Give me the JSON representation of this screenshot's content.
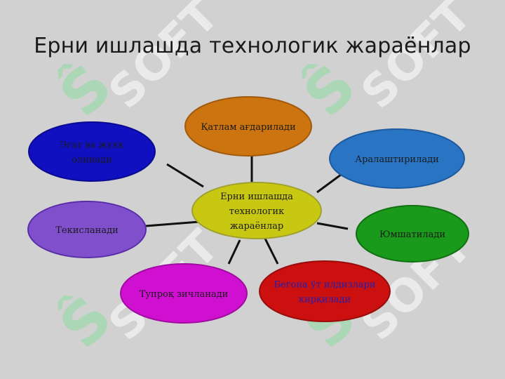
{
  "slide": {
    "title": "Ерни ишлашда технологик жараёнлар"
  },
  "watermark": {
    "word": "SOFT",
    "glyph": "Ŝ"
  },
  "diagram": {
    "center": {
      "lines": [
        "Ерни ишлашда",
        "технологик",
        "жараёнлар"
      ],
      "fill": "#c8c812",
      "stroke": "#a0a030",
      "text_color": "#1a1a1a"
    },
    "nodes": [
      {
        "id": "qatlam",
        "lines": [
          "Қатлам ағдарилади"
        ],
        "fill": "#cc7410",
        "stroke": "#a05a0e",
        "text_color": "#1a1a1a"
      },
      {
        "id": "aralash",
        "lines": [
          "Аралаштирилади"
        ],
        "fill": "#2a74c4",
        "stroke": "#1d5aa0",
        "text_color": "#1a1a1a"
      },
      {
        "id": "yumsh",
        "lines": [
          "Юмшатилади"
        ],
        "fill": "#1a9a1a",
        "stroke": "#117011",
        "text_color": "#1a1a1a"
      },
      {
        "id": "begona",
        "lines": [
          "Бегона ўт илдизлари",
          "кирқилади"
        ],
        "fill": "#cc1010",
        "stroke": "#990c0c",
        "text_color": "#2020b0"
      },
      {
        "id": "tuproq",
        "lines": [
          "Тупроқ зичланади"
        ],
        "fill": "#d010d0",
        "stroke": "#a00ca0",
        "text_color": "#1a1a1a"
      },
      {
        "id": "tekis",
        "lines": [
          "Текисланади"
        ],
        "fill": "#8050cc",
        "stroke": "#5a2ea8",
        "text_color": "#1a1a1a"
      },
      {
        "id": "egat",
        "lines": [
          "Эгат ва жуяк",
          "олинади"
        ],
        "fill": "#1010c0",
        "stroke": "#0a0a90",
        "text_color": "#1a1a1a"
      }
    ]
  }
}
